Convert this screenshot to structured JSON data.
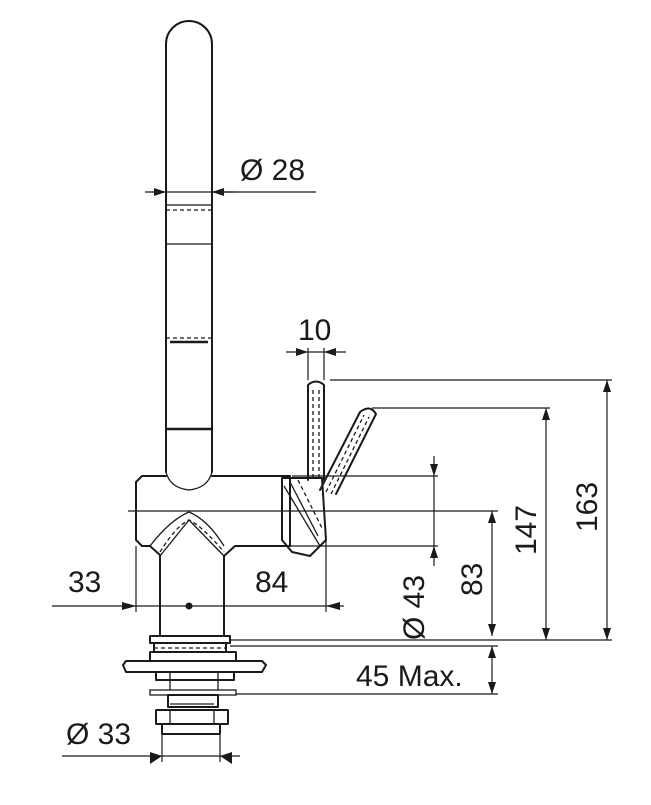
{
  "dimensions": {
    "spout_diameter": "Ø 28",
    "lever_width": "10",
    "body_left": "33",
    "body_right": "84",
    "body_diameter": "Ø 43",
    "height_83": "83",
    "height_147": "147",
    "height_163": "163",
    "thickness": "45 Max.",
    "base_diameter": "Ø 33"
  }
}
